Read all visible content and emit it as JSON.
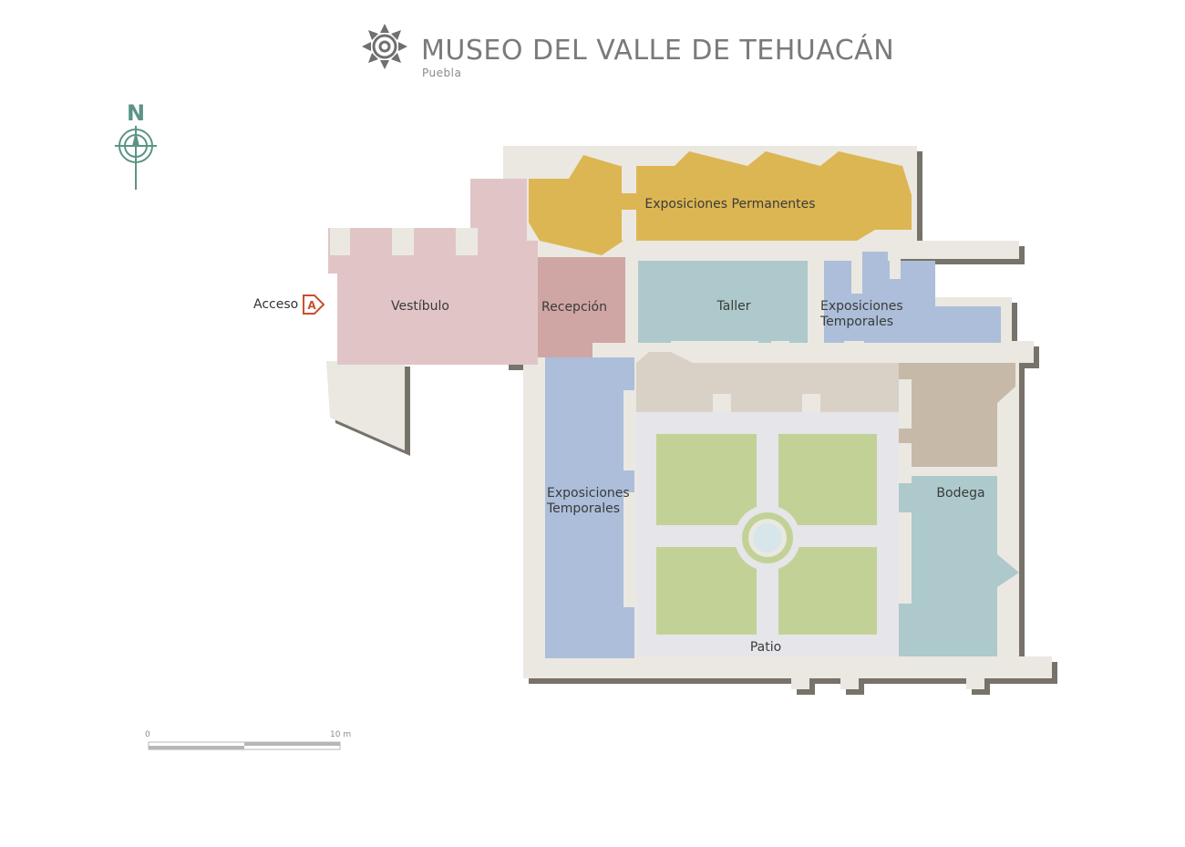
{
  "header": {
    "title": "MUSEO DEL VALLE DE TEHUACÁN",
    "subtitle": "Puebla",
    "logo_icon": "aztec-sun-logo-icon"
  },
  "compass": {
    "label": "N",
    "icon": "north-arrow-icon",
    "color": "#5b9485"
  },
  "access": {
    "label": "Acceso",
    "marker": "A",
    "color": "#c8502d"
  },
  "scale_bar": {
    "start_label": "0",
    "end_label": "10 m"
  },
  "rooms": [
    {
      "id": "vestibulo",
      "label": "Vestíbulo",
      "color": "#e1c5c6"
    },
    {
      "id": "recepcion",
      "label": "Recepción",
      "color": "#cfa6a3"
    },
    {
      "id": "expos-permanentes",
      "label": "Exposiciones Permanentes",
      "color": "#dcb652"
    },
    {
      "id": "taller",
      "label": "Taller",
      "color": "#adc9cb"
    },
    {
      "id": "expos-temporales-norte",
      "label": "Exposiciones Temporales",
      "color": "#acbed9"
    },
    {
      "id": "expos-temporales-oeste",
      "label": "Exposiciones Temporales",
      "color": "#acbed9"
    },
    {
      "id": "bodega",
      "label": "Bodega",
      "color": "#adc9cb"
    },
    {
      "id": "patio",
      "label": "Patio",
      "color": "#e6e5ea"
    }
  ],
  "colors": {
    "wall": "#ebe8e2",
    "wall_shadow": "#77726b",
    "corridor": "#d9d1c6",
    "storage_tan": "#c6b9a8",
    "garden": "#c2d296",
    "fountain": "#d7e6ea"
  }
}
